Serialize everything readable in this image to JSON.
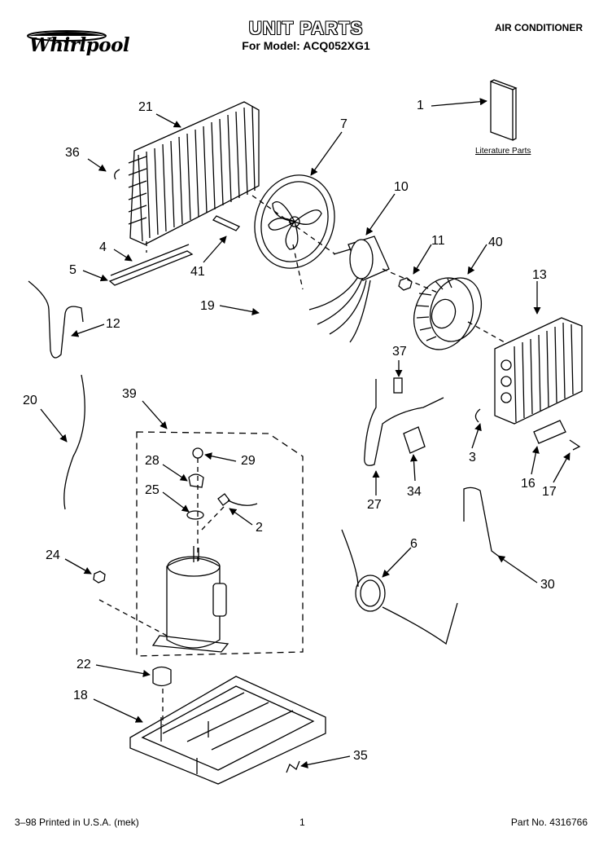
{
  "header": {
    "title": "UNIT PARTS",
    "model_line": "For Model: ACQ052XG1",
    "category": "AIR CONDITIONER",
    "brand": "Whirlpool"
  },
  "literature_label": "Literature Parts",
  "callouts": [
    "1",
    "2",
    "3",
    "4",
    "5",
    "6",
    "7",
    "10",
    "11",
    "12",
    "13",
    "16",
    "17",
    "18",
    "19",
    "20",
    "21",
    "22",
    "24",
    "25",
    "27",
    "28",
    "29",
    "30",
    "34",
    "35",
    "36",
    "37",
    "39",
    "40",
    "41"
  ],
  "footer": {
    "left": "3–98 Printed in U.S.A. (mek)",
    "center": "1",
    "right": "Part No. 4316766"
  }
}
